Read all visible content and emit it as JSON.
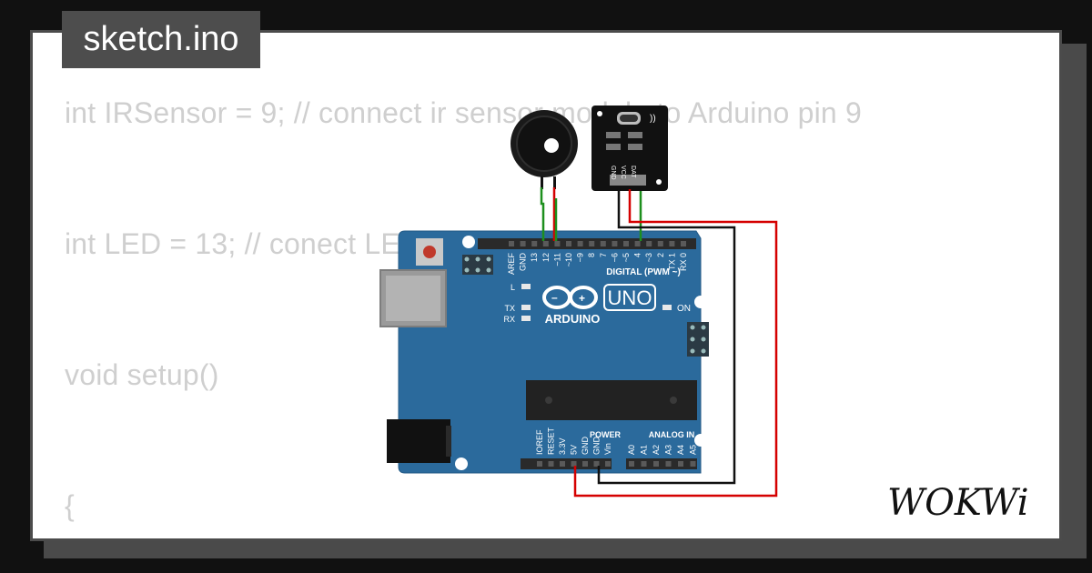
{
  "title": "sketch.ino",
  "code_lines": [
    "int IRSensor = 9; // connect ir sensor module to Arduino pin 9",
    "int LED = 13; // conect LED to Arduino pin 13",
    "void setup()",
    "{"
  ],
  "brand": "WOKWi",
  "board": {
    "name": "ARDUINO",
    "model": "UNO",
    "on_label": "ON",
    "l_label": "L",
    "tx_label": "TX",
    "rx_label": "RX",
    "digital_label": "DIGITAL (PWM ~)",
    "power_label": "POWER",
    "analog_label": "ANALOG IN",
    "digital_pins": [
      "AREF",
      "GND",
      "13",
      "12",
      "~11",
      "~10",
      "~9",
      "8",
      "7",
      "~6",
      "~5",
      "4",
      "~3",
      "2",
      "TX 1",
      "RX 0"
    ],
    "power_pins": [
      "IOREF",
      "RESET",
      "3.3V",
      "5V",
      "GND",
      "GND",
      "Vin"
    ],
    "analog_pins": [
      "A0",
      "A1",
      "A2",
      "A3",
      "A4",
      "A5"
    ]
  },
  "ir_module": {
    "pins": [
      "GND",
      "VCC",
      "DAT"
    ]
  },
  "colors": {
    "board": "#2b6a9c",
    "wire_green": "#1d8f1d",
    "wire_red": "#d50000",
    "wire_black": "#111111",
    "code_text": "#cfcfcf"
  }
}
